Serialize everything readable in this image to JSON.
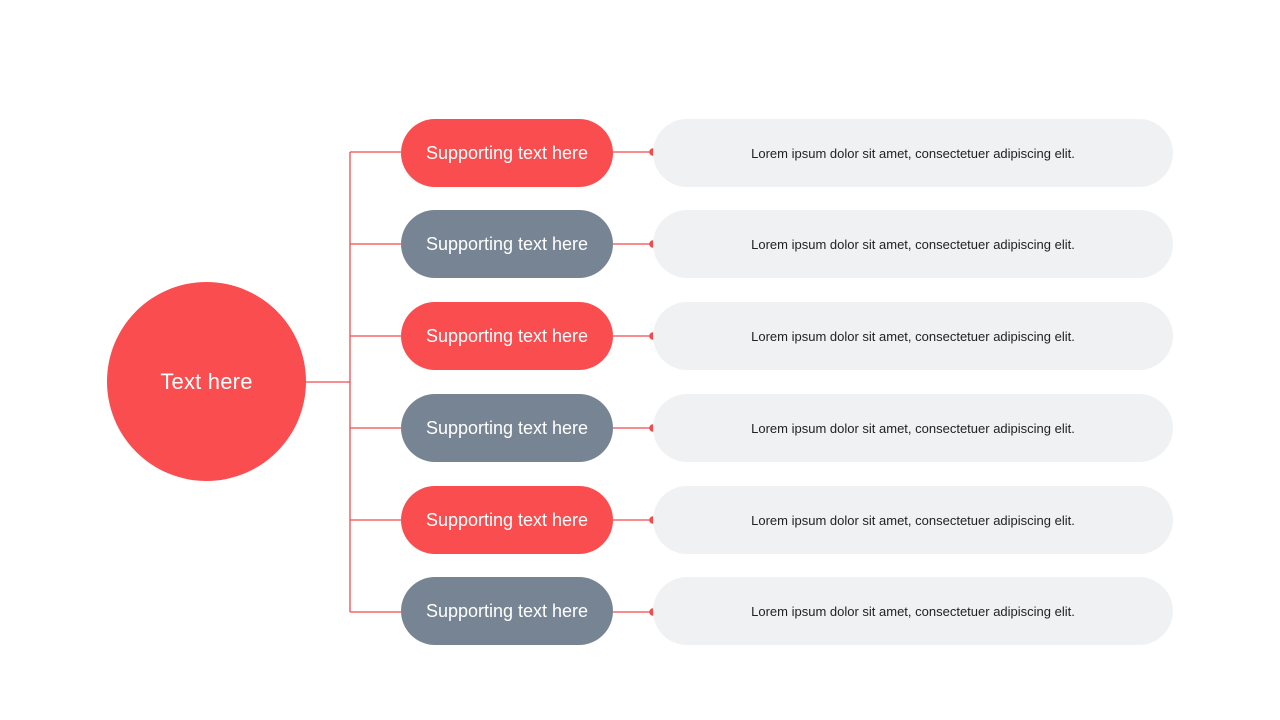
{
  "colors": {
    "accent": "#F94D4F",
    "secondary": "#778494",
    "panel": "#F0F1F3",
    "connector": "#F04B4D"
  },
  "hub": {
    "label": "Text here"
  },
  "branches": [
    {
      "label": "Supporting text here",
      "description": "Lorem ipsum dolor sit amet, consectetuer adipiscing elit.",
      "style": "accent"
    },
    {
      "label": "Supporting text here",
      "description": "Lorem ipsum dolor sit amet, consectetuer adipiscing elit.",
      "style": "secondary"
    },
    {
      "label": "Supporting text here",
      "description": "Lorem ipsum dolor sit amet, consectetuer adipiscing elit.",
      "style": "accent"
    },
    {
      "label": "Supporting text here",
      "description": "Lorem ipsum dolor sit amet, consectetuer adipiscing elit.",
      "style": "secondary"
    },
    {
      "label": "Supporting text here",
      "description": "Lorem ipsum dolor sit amet, consectetuer adipiscing elit.",
      "style": "accent"
    },
    {
      "label": "Supporting text here",
      "description": "Lorem ipsum dolor sit amet, consectetuer adipiscing elit.",
      "style": "secondary"
    }
  ]
}
